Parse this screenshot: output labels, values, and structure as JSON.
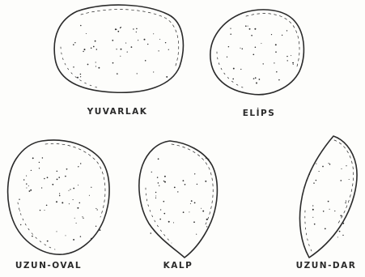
{
  "figure": {
    "ink_color": "#2a2a2a",
    "background_color": "#fdfdfb",
    "shapes": [
      {
        "id": "yuvarlak",
        "label": "YUVARLAK"
      },
      {
        "id": "elips",
        "label": "ELİPS"
      },
      {
        "id": "uzun-oval",
        "label": "UZUN-OVAL"
      },
      {
        "id": "kalp",
        "label": "KALP"
      },
      {
        "id": "uzun-dar",
        "label": "UZUN-DAR"
      }
    ]
  }
}
